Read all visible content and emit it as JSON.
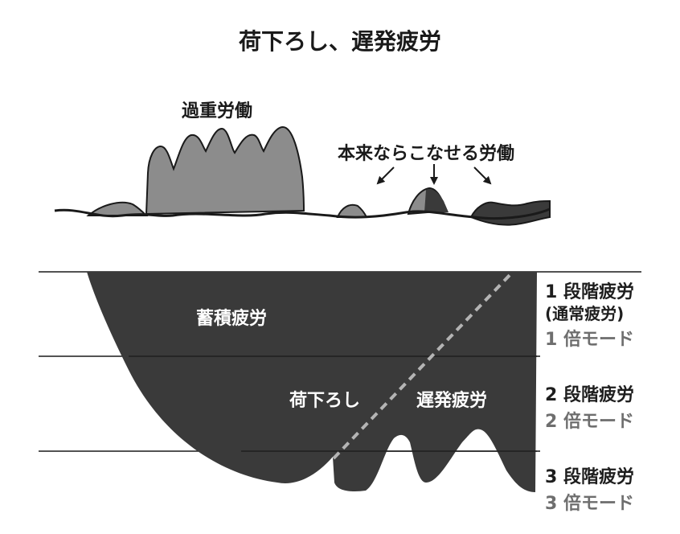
{
  "title": "荷下ろし、遅発疲労",
  "top_diagram": {
    "overwork_label": "過重労働",
    "normal_work_label": "本来ならこなせる労働"
  },
  "bottom_diagram": {
    "accumulated_label": "蓄積疲労",
    "unloading_label": "荷下ろし",
    "delayed_label": "遅発疲労"
  },
  "stages": [
    {
      "name": "1 段階疲労",
      "sub": "(通常疲労)",
      "mode": "1 倍モード"
    },
    {
      "name": "2 段階疲労",
      "mode": "2 倍モード"
    },
    {
      "name": "3 段階疲労",
      "mode": "3 倍モード"
    }
  ],
  "colors": {
    "dark_fill": "#3a3a3a",
    "light_fill": "#8c8c8c",
    "mode_text": "#6e6e6e",
    "dash": "#b4b4b4"
  }
}
